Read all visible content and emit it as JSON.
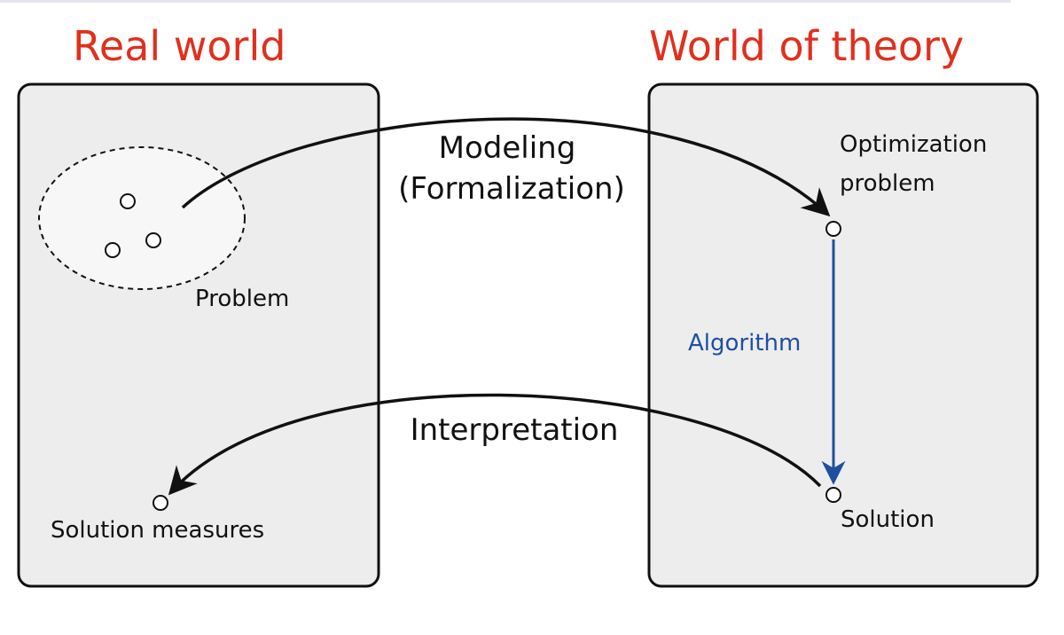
{
  "diagram": {
    "left_panel": {
      "title": "Real world",
      "problem_label": "Problem",
      "solution_label": "Solution measures"
    },
    "right_panel": {
      "title": "World of theory",
      "optimization_label_line1": "Optimization",
      "optimization_label_line2": "problem",
      "solution_label": "Solution"
    },
    "arrows": {
      "modeling_line1": "Modeling",
      "modeling_line2": "(Formalization)",
      "interpretation": "Interpretation",
      "algorithm": "Algorithm"
    },
    "colors": {
      "title": "#e0301e",
      "algorithm": "#1f4fa0",
      "panel_fill": "#ededed",
      "ellipse_fill": "#f7f7f7",
      "line": "#111111"
    }
  }
}
